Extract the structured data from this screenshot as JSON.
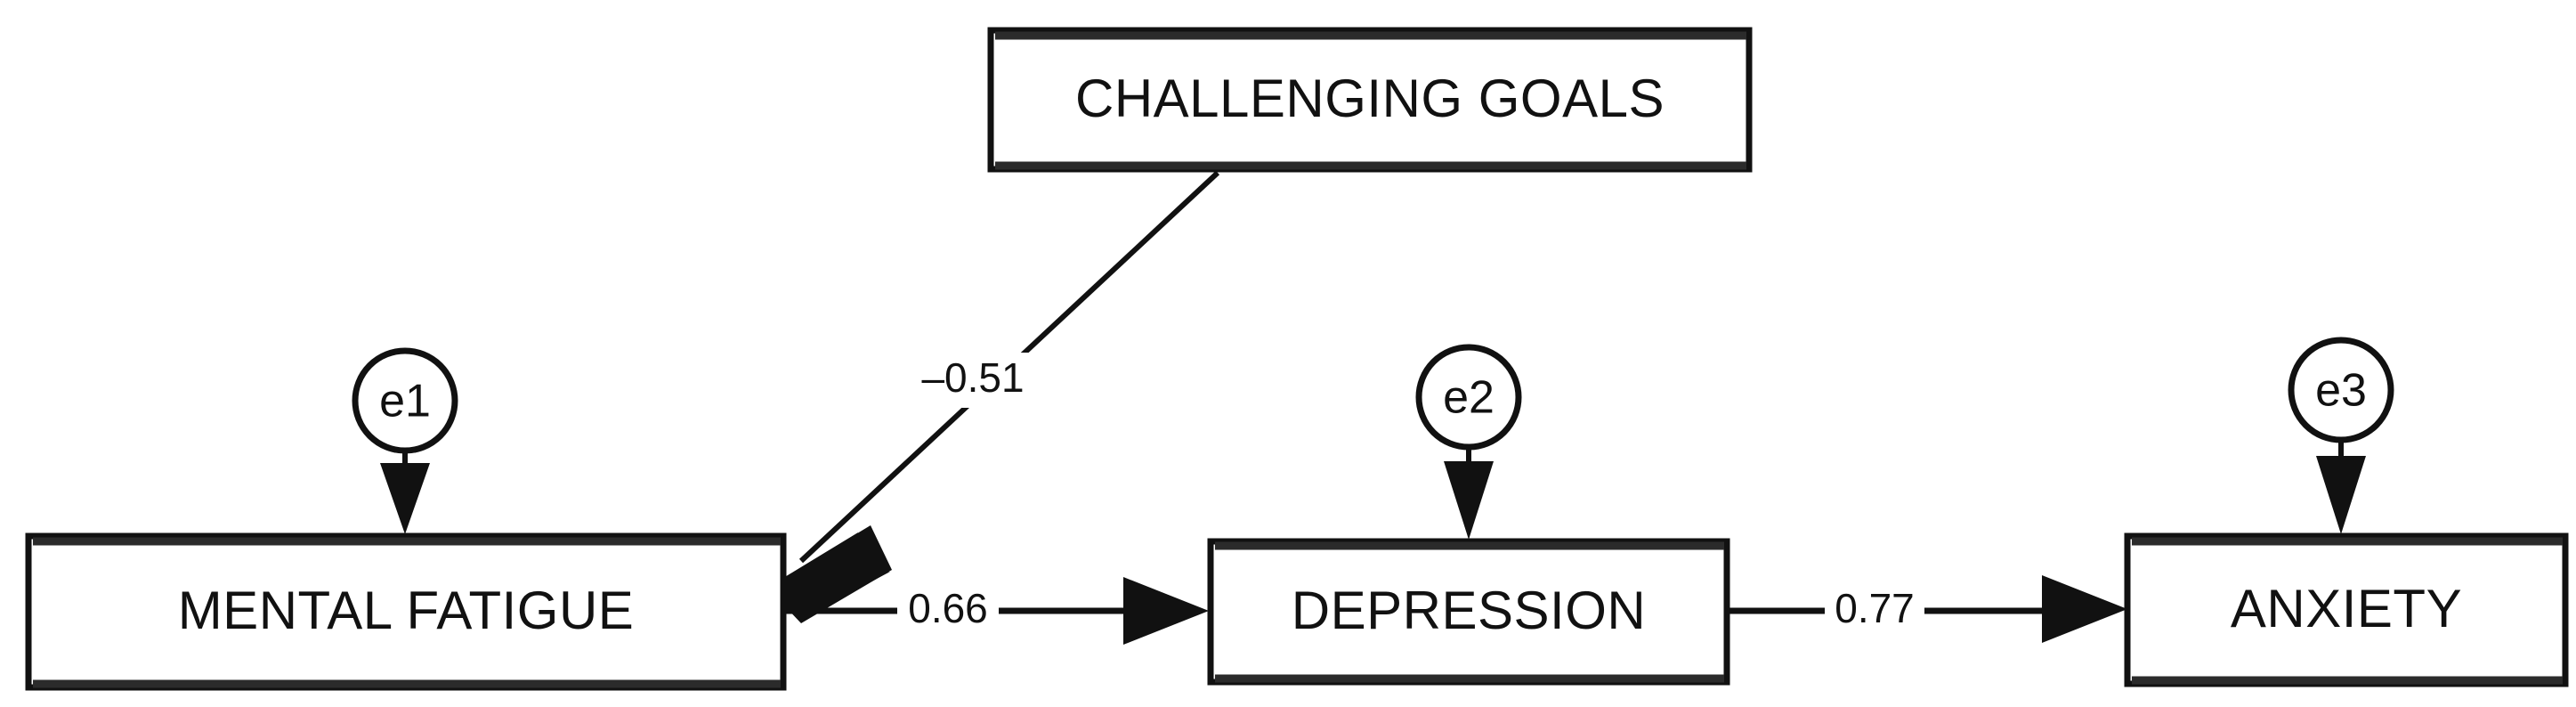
{
  "diagram": {
    "type": "path-diagram",
    "title": "",
    "background_color": "#ffffff",
    "stroke_color": "#111111",
    "nodes": [
      {
        "id": "challenging-goals",
        "label": "CHALLENGING GOALS",
        "shape": "rectangle",
        "role": "exogenous-variable"
      },
      {
        "id": "mental-fatigue",
        "label": "MENTAL FATIGUE",
        "shape": "rectangle",
        "role": "endogenous-variable"
      },
      {
        "id": "depression",
        "label": "DEPRESSION",
        "shape": "rectangle",
        "role": "endogenous-variable"
      },
      {
        "id": "anxiety",
        "label": "ANXIETY",
        "shape": "rectangle",
        "role": "endogenous-variable"
      }
    ],
    "error_terms": [
      {
        "id": "e1",
        "label": "e1",
        "shape": "circle",
        "target": "mental-fatigue"
      },
      {
        "id": "e2",
        "label": "e2",
        "shape": "circle",
        "target": "depression"
      },
      {
        "id": "e3",
        "label": "e3",
        "shape": "circle",
        "target": "anxiety"
      }
    ],
    "paths": [
      {
        "id": "cg-to-mf",
        "from": "challenging-goals",
        "to": "mental-fatigue",
        "coefficient": "–0.51",
        "value": -0.51,
        "style": "diagonal"
      },
      {
        "id": "mf-to-dep",
        "from": "mental-fatigue",
        "to": "depression",
        "coefficient": "0.66",
        "value": 0.66,
        "style": "horizontal"
      },
      {
        "id": "dep-to-anx",
        "from": "depression",
        "to": "anxiety",
        "coefficient": "0.77",
        "value": 0.77,
        "style": "horizontal"
      }
    ]
  }
}
